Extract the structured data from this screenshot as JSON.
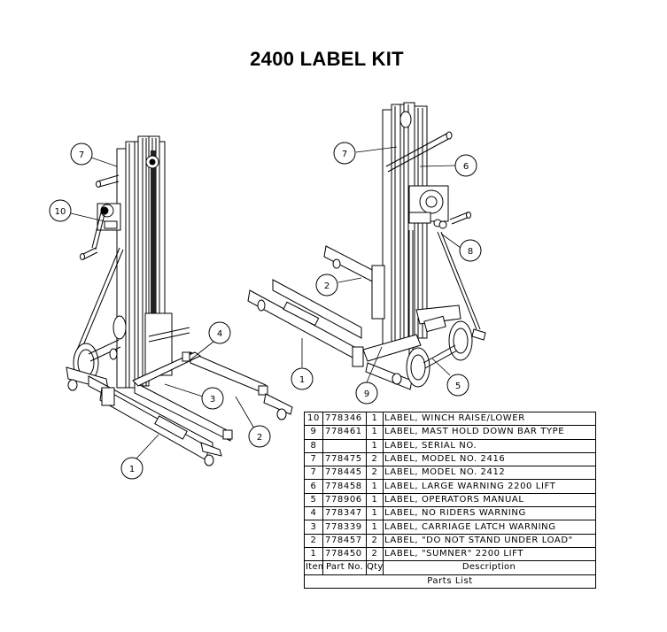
{
  "title": "2400 LABEL KIT",
  "callouts": {
    "left_lift": [
      "7",
      "10",
      "4",
      "3",
      "2",
      "1"
    ],
    "right_lift": [
      "7",
      "6",
      "8",
      "2",
      "1",
      "9",
      "5"
    ]
  },
  "parts_list": {
    "caption": "Parts List",
    "columns": {
      "item": "Item",
      "part_no": "Part No.",
      "qty": "Qty",
      "description": "Description"
    },
    "rows": [
      {
        "item": "10",
        "part_no": "778346",
        "qty": "1",
        "description": "LABEL, WINCH RAISE/LOWER"
      },
      {
        "item": "9",
        "part_no": "778461",
        "qty": "1",
        "description": "LABEL, MAST HOLD DOWN BAR TYPE"
      },
      {
        "item": "8",
        "part_no": "",
        "qty": "1",
        "description": "LABEL, SERIAL NO."
      },
      {
        "item": "7",
        "part_no": "778475",
        "qty": "2",
        "description": "LABEL, MODEL NO. 2416"
      },
      {
        "item": "7",
        "part_no": "778445",
        "qty": "2",
        "description": "LABEL, MODEL NO. 2412"
      },
      {
        "item": "6",
        "part_no": "778458",
        "qty": "1",
        "description": "LABEL, LARGE WARNING 2200 LIFT"
      },
      {
        "item": "5",
        "part_no": "778906",
        "qty": "1",
        "description": "LABEL, OPERATORS MANUAL"
      },
      {
        "item": "4",
        "part_no": "778347",
        "qty": "1",
        "description": "LABEL, NO RIDERS WARNING"
      },
      {
        "item": "3",
        "part_no": "778339",
        "qty": "1",
        "description": "LABEL, CARRIAGE LATCH WARNING"
      },
      {
        "item": "2",
        "part_no": "778457",
        "qty": "2",
        "description": "LABEL, \"DO NOT STAND UNDER LOAD\""
      },
      {
        "item": "1",
        "part_no": "778450",
        "qty": "2",
        "description": "LABEL, \"SUMNER\" 2200 LIFT"
      }
    ]
  }
}
